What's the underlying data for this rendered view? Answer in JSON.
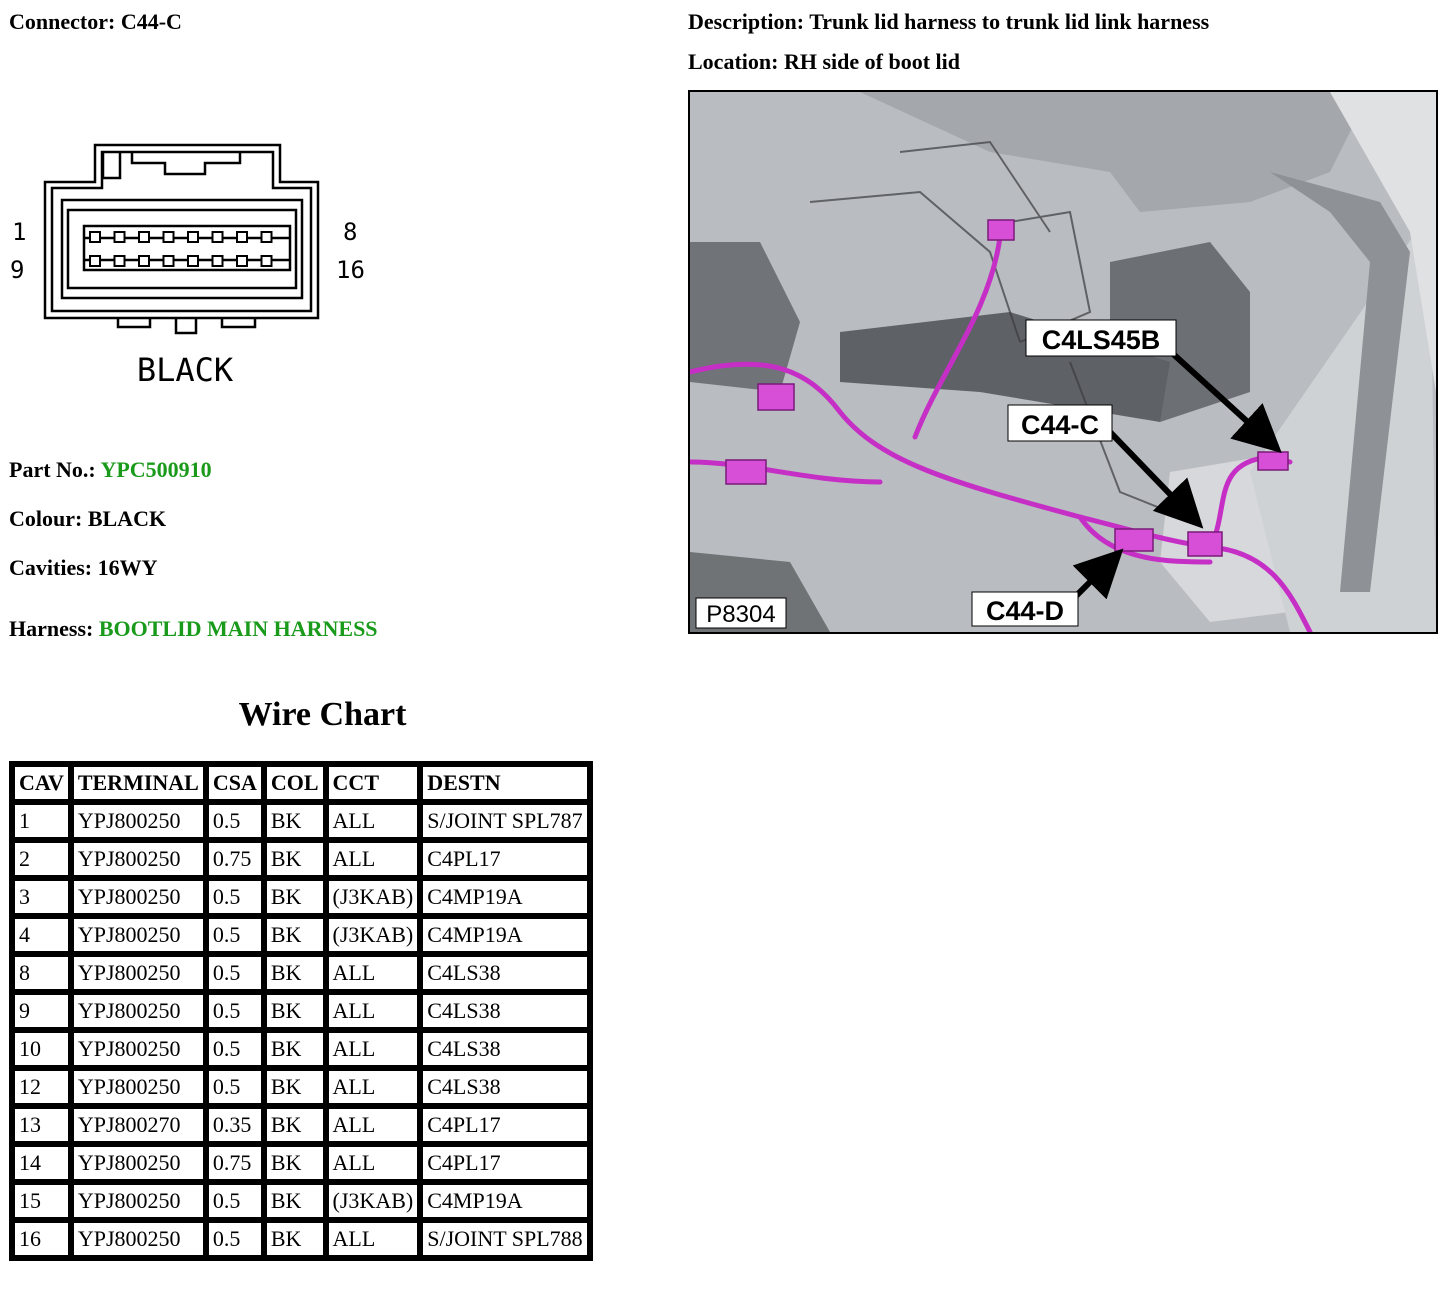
{
  "connector": {
    "label": "Connector:",
    "value": "C44-C"
  },
  "description": {
    "label": "Description:",
    "value": "Trunk lid harness to trunk lid link harness"
  },
  "location": {
    "label": "Location:",
    "value": "RH side of boot lid"
  },
  "diagram": {
    "pin_top_left": "1",
    "pin_bottom_left": "9",
    "pin_top_right": "8",
    "pin_bottom_right": "16",
    "colour_label": "BLACK"
  },
  "part_no": {
    "label": "Part No.:",
    "value": "YPC500910"
  },
  "colour": {
    "label": "Colour:",
    "value": "BLACK"
  },
  "cavities": {
    "label": "Cavities:",
    "value": "16WY"
  },
  "harness": {
    "label": "Harness:",
    "value": "BOOTLID MAIN HARNESS"
  },
  "accent_green": "#1a9a1a",
  "wire_color_magenta": "#cc33cc",
  "wire_chart": {
    "title": "Wire Chart",
    "headers": [
      "CAV",
      "TERMINAL",
      "CSA",
      "COL",
      "CCT",
      "DESTN"
    ],
    "rows": [
      [
        "1",
        "YPJ800250",
        "0.5",
        "BK",
        "ALL",
        "S/JOINT SPL787"
      ],
      [
        "2",
        "YPJ800250",
        "0.75",
        "BK",
        "ALL",
        "C4PL17"
      ],
      [
        "3",
        "YPJ800250",
        "0.5",
        "BK",
        "(J3KAB)",
        "C4MP19A"
      ],
      [
        "4",
        "YPJ800250",
        "0.5",
        "BK",
        "(J3KAB)",
        "C4MP19A"
      ],
      [
        "8",
        "YPJ800250",
        "0.5",
        "BK",
        "ALL",
        "C4LS38"
      ],
      [
        "9",
        "YPJ800250",
        "0.5",
        "BK",
        "ALL",
        "C4LS38"
      ],
      [
        "10",
        "YPJ800250",
        "0.5",
        "BK",
        "ALL",
        "C4LS38"
      ],
      [
        "12",
        "YPJ800250",
        "0.5",
        "BK",
        "ALL",
        "C4LS38"
      ],
      [
        "13",
        "YPJ800270",
        "0.35",
        "BK",
        "ALL",
        "C4PL17"
      ],
      [
        "14",
        "YPJ800250",
        "0.75",
        "BK",
        "ALL",
        "C4PL17"
      ],
      [
        "15",
        "YPJ800250",
        "0.5",
        "BK",
        "(J3KAB)",
        "C4MP19A"
      ],
      [
        "16",
        "YPJ800250",
        "0.5",
        "BK",
        "ALL",
        "S/JOINT SPL788"
      ]
    ]
  },
  "photo": {
    "callouts": [
      "C4LS45B",
      "C44-C",
      "C44-D"
    ],
    "figure_id": "P8304"
  }
}
